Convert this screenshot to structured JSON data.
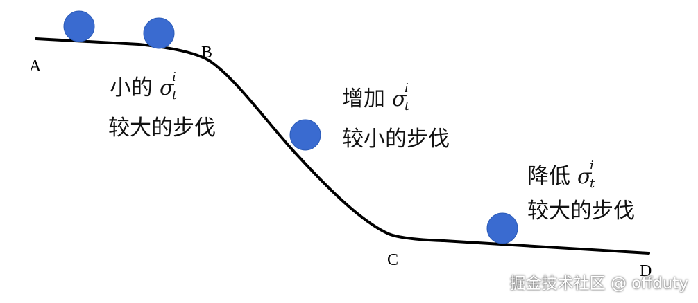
{
  "points": {
    "a": "A",
    "b": "B",
    "c": "C",
    "d": "D"
  },
  "annotations": {
    "ab": {
      "prefix": "小的",
      "symbol": "σ",
      "sup": "i",
      "sub": "t",
      "line2": "较大的步伐"
    },
    "bc": {
      "prefix": "增加",
      "symbol": "σ",
      "sup": "i",
      "sub": "t",
      "line2": "较小的步伐"
    },
    "cd": {
      "prefix": "降低",
      "symbol": "σ",
      "sup": "i",
      "sub": "t",
      "line2": "较大的步伐"
    }
  },
  "colors": {
    "curve": "#000000",
    "ball": "#3a6bd0",
    "ball_outline": "#2b5bb8"
  },
  "watermark": "掘金技术社区 @ offduty"
}
